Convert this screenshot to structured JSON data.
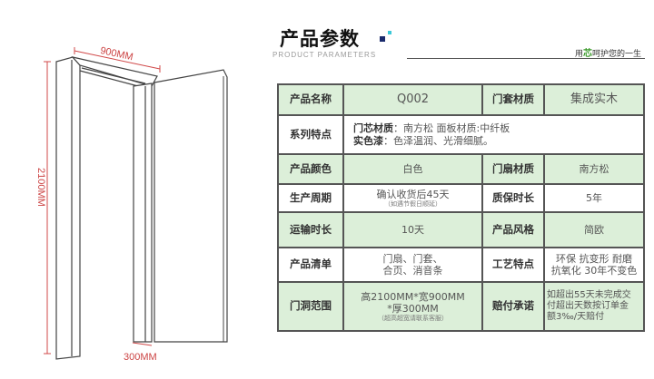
{
  "header": {
    "title": "产品参数",
    "subtitle": "PRODUCT PARAMETERS",
    "slogan_pre": "用",
    "slogan_hl": "芯",
    "slogan_post": "呵护您的一生"
  },
  "diagram": {
    "width_label": "900MM",
    "height_label": "2100MM",
    "depth_label": "300MM"
  },
  "table": {
    "r1": {
      "k1": "产品名称",
      "v1": "Q002",
      "k2": "门套材质",
      "v2": "集成实木"
    },
    "r2": {
      "k1": "系列特点",
      "a_label": "门芯材质",
      "a_text": "：南方松 面板材质:中纤板",
      "b_label": "实色漆",
      "b_text": "：色泽温润、光滑细腻。"
    },
    "r3": {
      "k1": "产品颜色",
      "v1": "白色",
      "k2": "门扇材质",
      "v2": "南方松"
    },
    "r4": {
      "k1": "生产周期",
      "v1": "确认收货后45天",
      "v1_note": "（如遇节假日顺延）",
      "k2": "质保时长",
      "v2": "5年"
    },
    "r5": {
      "k1": "运输时长",
      "v1": "10天",
      "k2": "产品风格",
      "v2": "简欧"
    },
    "r6": {
      "k1": "产品清单",
      "v1a": "门扇、门套、",
      "v1b": "合页、消音条",
      "k2": "工艺特点",
      "v2a": "环保 抗变形 耐磨",
      "v2b": "抗氧化 30年不变色"
    },
    "r7": {
      "k1": "门洞范围",
      "v1a": "高2100MM*宽900MM",
      "v1b": "*厚300MM",
      "v1_note": "（超高超宽请联系客服）",
      "k2": "赔付承诺",
      "v2a": "如超出55天未完成交",
      "v2b": "付超出天数按订单金",
      "v2c": "额3‰/天赔付"
    }
  }
}
